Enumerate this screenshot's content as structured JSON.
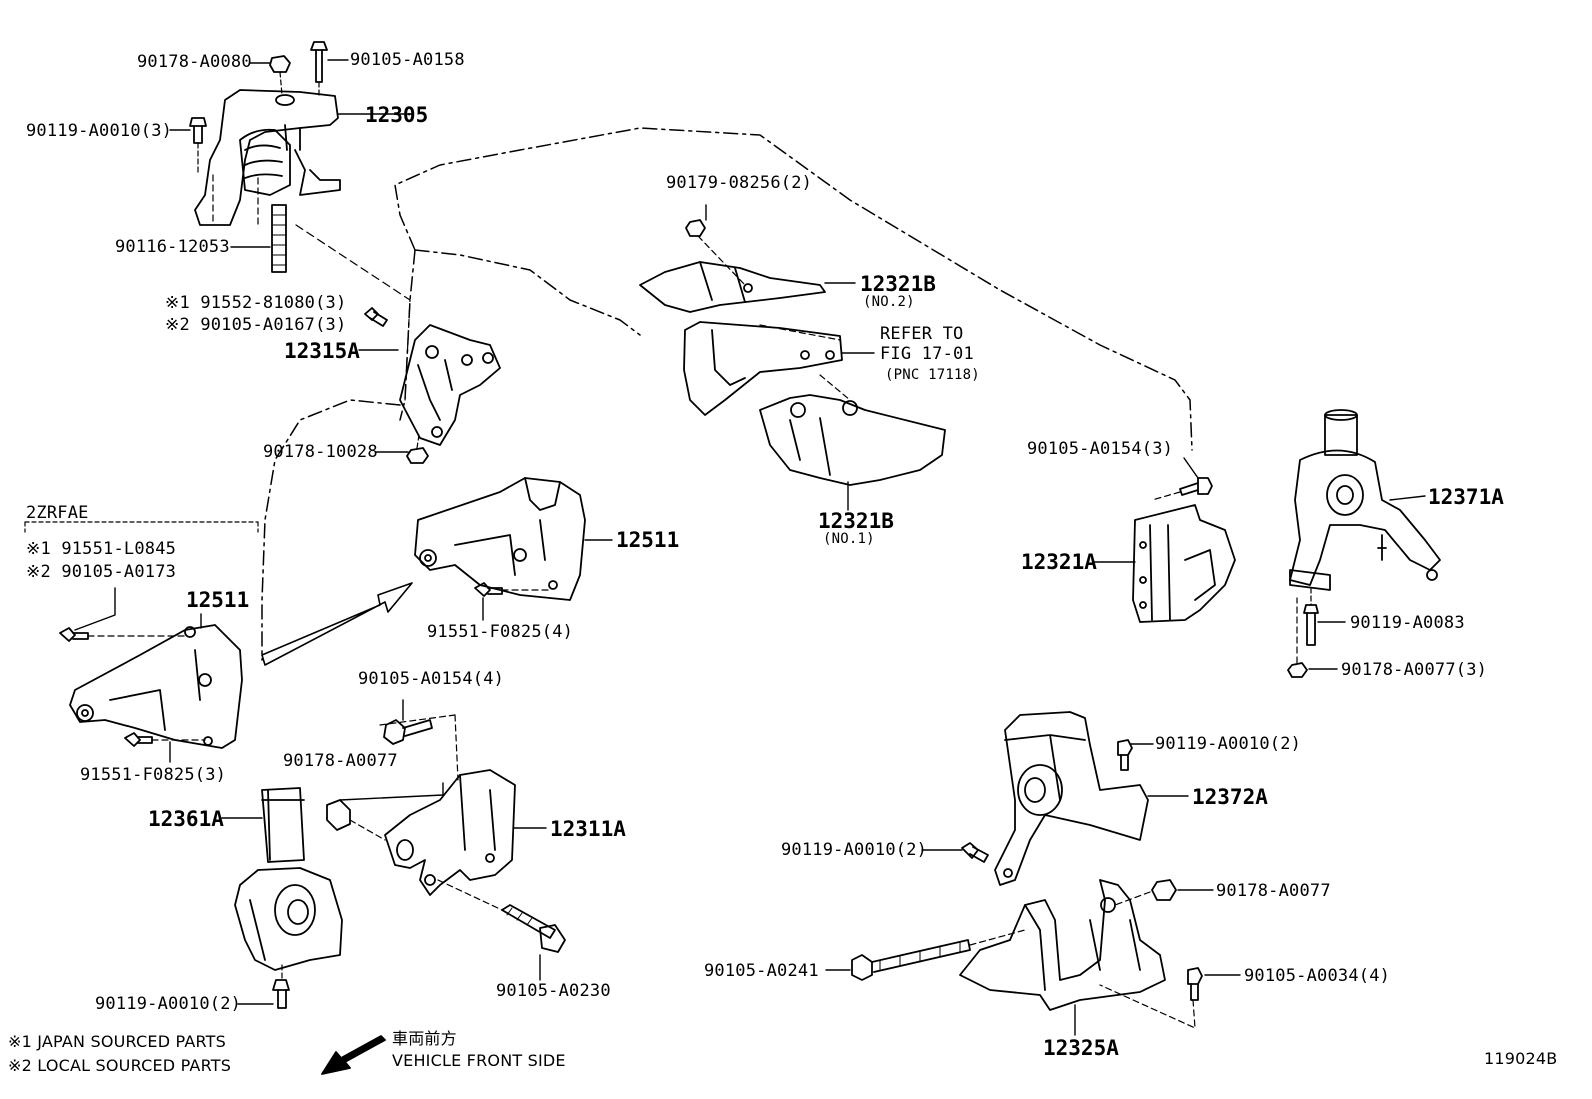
{
  "labels": {
    "p90178_a0080": "90178-A0080",
    "p90105_a0158": "90105-A0158",
    "p12305": "12305",
    "p90119_a0010_3": "90119-A0010(3)",
    "p90116_12053": "90116-12053",
    "p91552_81080": "※1 91552-81080(3)",
    "p90105_a0167": "※2 90105-A0167(3)",
    "p12315a": "12315A",
    "p90178_10028": "90178-10028",
    "engine_code": "2ZRFAE",
    "p91551_l0845": "※1 91551-L0845",
    "p90105_a0173": "※2 90105-A0173",
    "p12511_left": "12511",
    "p91551_f0825_3": "91551-F0825(3)",
    "p12511_right": "12511",
    "p91551_f0825_4": "91551-F0825(4)",
    "p90179_08256": "90179-08256(2)",
    "p12321b_no2": "12321B",
    "p12321b_no2_sub": "(NO.2)",
    "refer_line1": "REFER TO",
    "refer_line2": "FIG 17-01",
    "refer_line3": "(PNC 17118)",
    "p12321b_no1": "12321B",
    "p12321b_no1_sub": "(NO.1)",
    "p90105_a0154_3": "90105-A0154(3)",
    "p12371a": "12371A",
    "p12321a": "12321A",
    "p90119_a0083": "90119-A0083",
    "p90178_a0077_3": "90178-A0077(3)",
    "p90105_a0154_4": "90105-A0154(4)",
    "p90178_a0077_mid": "90178-A0077",
    "p12361a": "12361A",
    "p12311a": "12311A",
    "p90119_a0010_2_left": "90119-A0010(2)",
    "p90105_a0230": "90105-A0230",
    "p90119_a0010_2_r1": "90119-A0010(2)",
    "p12372a": "12372A",
    "p90119_a0010_2_r2": "90119-A0010(2)",
    "p90178_a0077_right": "90178-A0077",
    "p90105_a0241": "90105-A0241",
    "p90105_a0034": "90105-A0034(4)",
    "p12325a": "12325A"
  },
  "legend": {
    "note1": "※1 JAPAN SOURCED PARTS",
    "note2": "※2 LOCAL SOURCED PARTS",
    "front_jp": "車両前方",
    "front_en": "VEHICLE FRONT SIDE"
  },
  "figure_number": "119024B"
}
